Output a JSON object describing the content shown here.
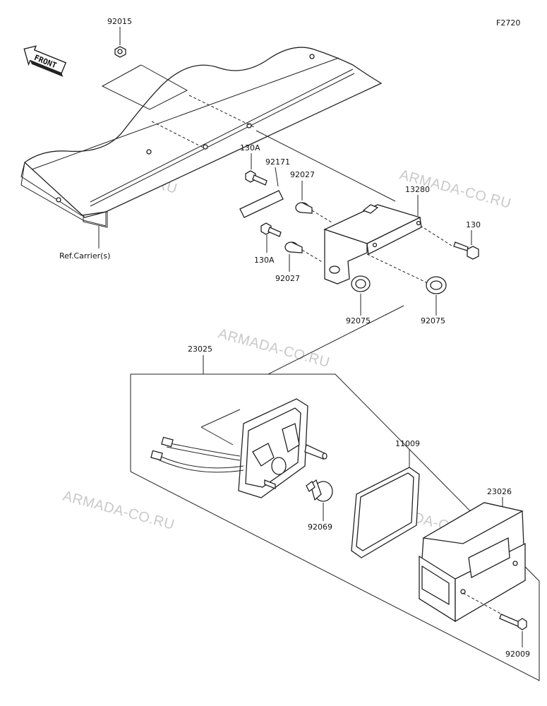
{
  "figure_code": "F2720",
  "front_label": "FRONT",
  "reference_label": "Ref.Carrier(s)",
  "watermark": "ARMADA-CO.RU",
  "part_labels": {
    "p92015": "92015",
    "p130A_top": "130A",
    "p92171": "92171",
    "p92027_top": "92027",
    "p13280": "13280",
    "p130": "130",
    "p130A_bottom": "130A",
    "p92027_bottom": "92027",
    "p92075_left": "92075",
    "p92075_right": "92075",
    "p23025": "23025",
    "p11009": "11009",
    "p23026": "23026",
    "p92069": "92069",
    "p92009": "92009"
  }
}
